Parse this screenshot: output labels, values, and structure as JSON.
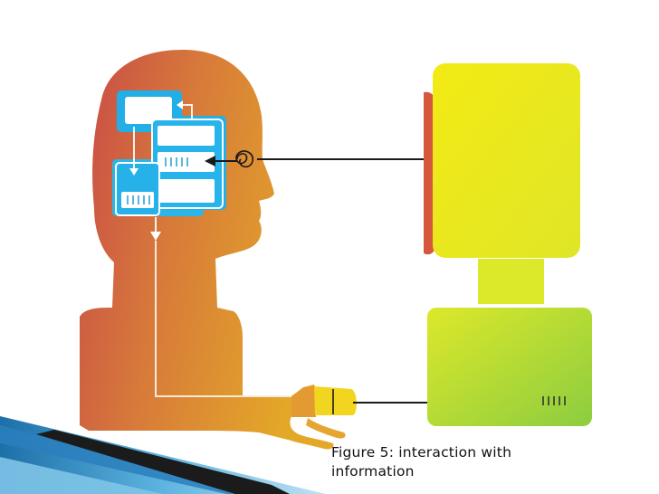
{
  "caption": {
    "line1": "Figure 5: interaction with",
    "line2": "information"
  },
  "colors": {
    "person_light": "#e0a030",
    "person_dark": "#c85a44",
    "computer_light": "#f2ea1a",
    "computer_green": "#96cf3c",
    "screen_edge": "#d8583e",
    "memory_box": "#20b2e6",
    "connector": "#1a1a1a",
    "slide_band": "#2e8fc7"
  },
  "icons": [
    "person-head-silhouette",
    "computer-monitor",
    "computer-base-unit",
    "mouse-device",
    "eye-spiral-icon"
  ]
}
